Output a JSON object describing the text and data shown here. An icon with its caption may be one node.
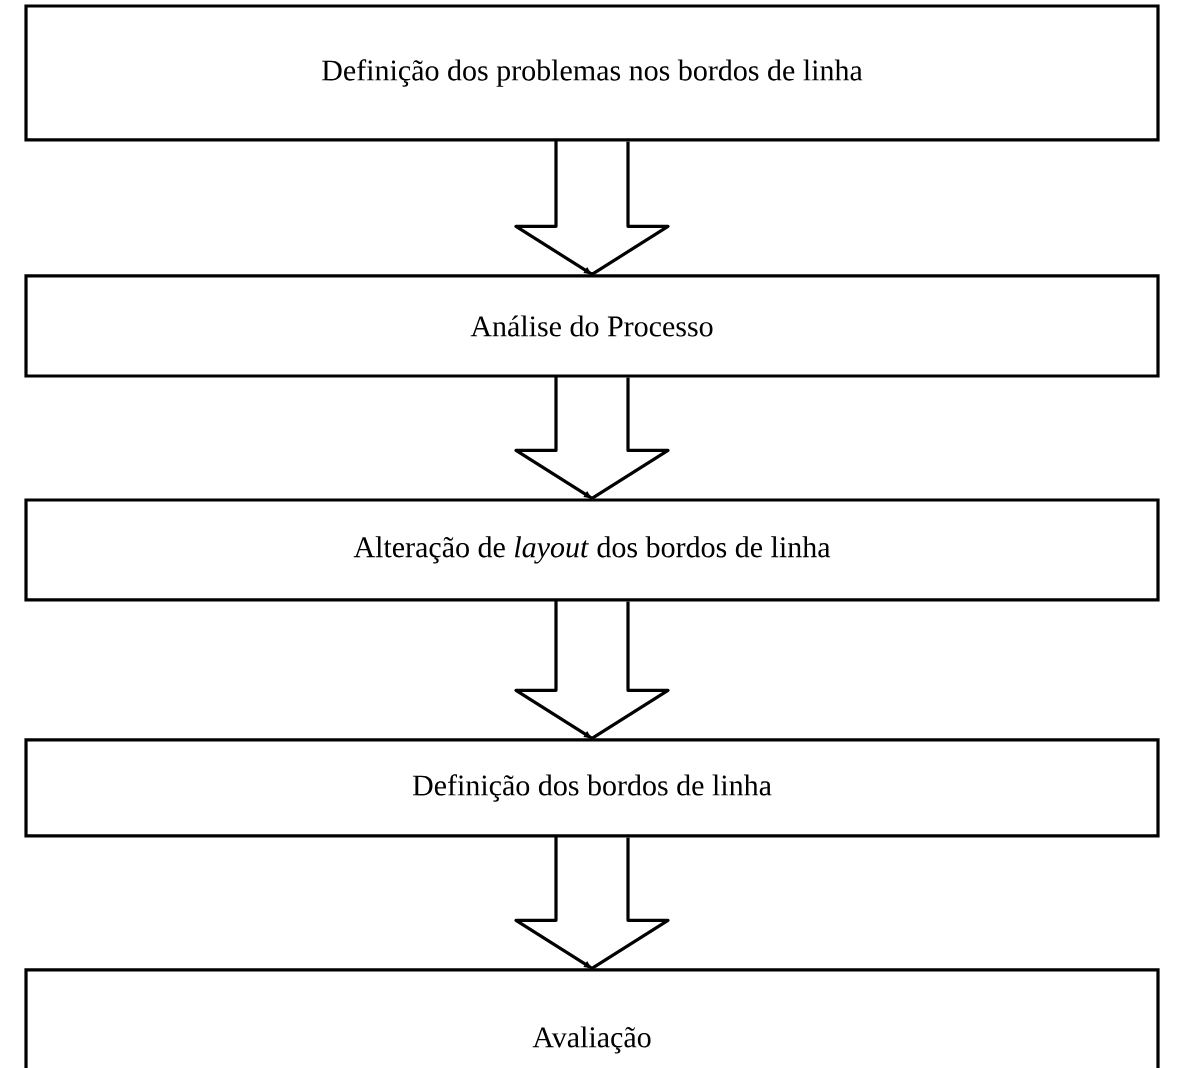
{
  "diagram": {
    "nodes": [
      {
        "text": [
          "Definição dos problemas nos bordos de linha"
        ]
      },
      {
        "text": [
          "Análise do Processo"
        ]
      },
      {
        "text": [
          "Alteração de *layout* dos bordos de linha"
        ]
      },
      {
        "text": [
          "Definição dos bordos de linha"
        ]
      },
      {
        "text": [
          "Avaliação"
        ]
      }
    ],
    "edges": [
      {
        "from": 0,
        "to": 1,
        "arrow": "to"
      },
      {
        "from": 1,
        "to": 2,
        "arrow": "to"
      },
      {
        "from": 2,
        "to": 3,
        "arrow": "to"
      },
      {
        "from": 3,
        "to": 4,
        "arrow": "to"
      }
    ]
  }
}
